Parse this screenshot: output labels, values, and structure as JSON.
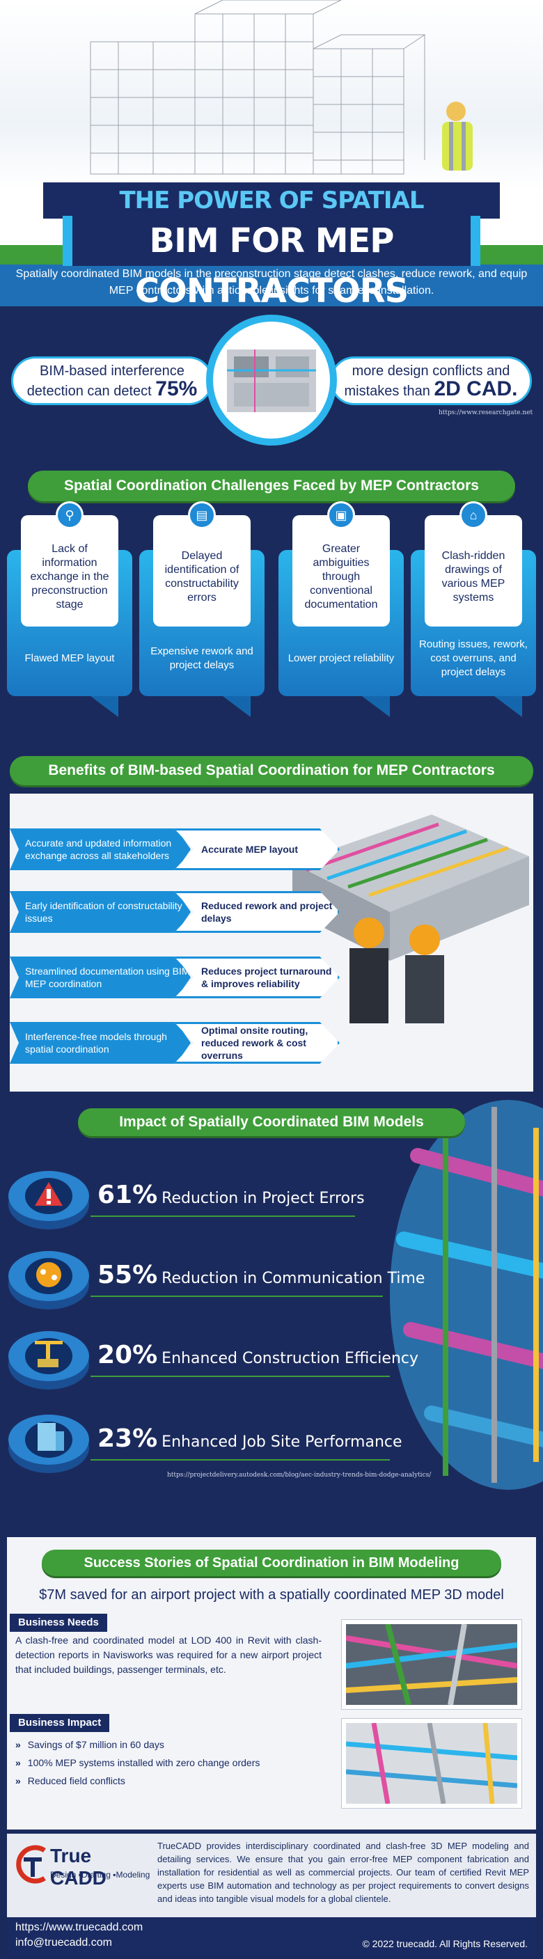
{
  "hero": {
    "title_line1": "THE POWER OF SPATIAL COORDINATION WITH",
    "title_line2": "BIM FOR MEP CONTRACTORS",
    "intro": "Spatially coordinated BIM models in the preconstruction stage detect clashes, reduce rework, and equip MEP contractors with actionable insights for seamless installation."
  },
  "stat": {
    "left_text": "BIM-based interference detection can detect",
    "left_value": "75%",
    "right_text": "more design conflicts and mistakes than",
    "right_value": "2D CAD.",
    "source": "https://www.researchgate.net"
  },
  "challenges": {
    "heading": "Spatial Coordination Challenges Faced by MEP Contractors",
    "cards": [
      {
        "challenge": "Lack of information exchange in the preconstruction stage",
        "result": "Flawed MEP layout"
      },
      {
        "challenge": "Delayed identification of constructability errors",
        "result": "Expensive rework and project delays"
      },
      {
        "challenge": "Greater ambiguities through conventional documentation",
        "result": "Lower project reliability"
      },
      {
        "challenge": "Clash-ridden drawings of various MEP systems",
        "result": "Routing issues, rework, cost overruns, and project delays"
      }
    ]
  },
  "benefits": {
    "heading": "Benefits of BIM-based Spatial Coordination for MEP Contractors",
    "rows": [
      {
        "cause": "Accurate and updated information exchange across all stakeholders",
        "effect": "Accurate MEP layout"
      },
      {
        "cause": "Early identification of constructability issues",
        "effect": "Reduced rework and project delays"
      },
      {
        "cause": "Streamlined documentation using BIM MEP coordination",
        "effect": "Reduces project turnaround & improves reliability"
      },
      {
        "cause": "Interference-free models through spatial coordination",
        "effect": "Optimal onsite routing, reduced rework & cost overruns"
      }
    ]
  },
  "impact": {
    "heading": "Impact of Spatially Coordinated BIM Models",
    "items": [
      {
        "value": "61%",
        "label": "Reduction in Project Errors"
      },
      {
        "value": "55%",
        "label": "Reduction in Communication Time"
      },
      {
        "value": "20%",
        "label": "Enhanced Construction Efficiency"
      },
      {
        "value": "23%",
        "label": "Enhanced Job Site Performance"
      }
    ],
    "source": "https://projectdelivery.autodesk.com/blog/aec-industry-trends-bim-dodge-analytics/"
  },
  "success": {
    "heading": "Success Stories of Spatial Coordination in BIM Modeling",
    "subheading": "$7M saved for an airport project with a spatially coordinated MEP 3D model",
    "needs_label": "Business Needs",
    "needs_text": "A clash-free and coordinated model at LOD 400 in Revit with clash-detection reports in Navisworks was required for a new airport project that included buildings, passenger terminals, etc.",
    "impact_label": "Business Impact",
    "impact_items": [
      "Savings of $7 million in 60 days",
      "100% MEP systems installed with zero change orders",
      "Reduced field conflicts"
    ]
  },
  "footer": {
    "logo_name": "True CADD",
    "logo_tagline": "Design ▪Drafting ▪Modeling",
    "about": "TrueCADD provides interdisciplinary coordinated and clash-free 3D MEP modeling and detailing services. We ensure that you gain error-free MEP component fabrication and installation for residential as well as commercial projects. Our team of certified Revit MEP experts use BIM automation and technology as per project requirements to convert designs and ideas into tangible visual models for a global clientele.",
    "website": "https://www.truecadd.com",
    "email": "info@truecadd.com",
    "copyright": "© 2022 truecadd. All Rights Reserved."
  },
  "colors": {
    "navy": "#1b2a5c",
    "green": "#3f9e3a",
    "cyan": "#2bb5ec",
    "blue": "#1a8fd8"
  }
}
